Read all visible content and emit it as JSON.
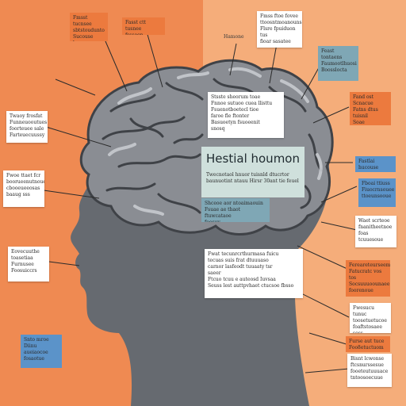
{
  "title": "Hestial houmon",
  "title_sub": "Twecnotaol hnuor tuisnld dtucrtor\nbaunuotint ntauu Hirsr 30ant tie feuel",
  "labels": {
    "top_left_1": "Fmsst tucnsee\nsbtstoudunto\nSucouse bauus",
    "top_left_2": "Fasst ctt tusnee\nfsssoon",
    "top_center": "Hamone",
    "top_right_1": "Fmss ftoe fovee\nttoosntmoanouns\nFlsre fpuiduon tus\nfioar sasatee",
    "right_1": "Feast tontaens\nFaumootlhuosi\nBoosslocta",
    "center_upper": "Stsste sheorum toae\nFnnoe sutuoo cuea llisttu\nFsuenotboetecl tioe\nfaroe fle ftonter\nBasuoetyn fsuoeenit\nsnosq",
    "right_orange_2": "Fand ost Scnacue\nFatns dtus tuisnil\nSoae sassatoeeue",
    "right_blue_1": "Fastlai hucouse",
    "right_blue_2": "Fboai ttiuss\nFiuocrnsouee\nttoeunsooue",
    "center_mid": "Shceoe aor ntoaimaouin\nFsuae ae thaot ftuwcataoe\nfoosuy",
    "right_white_3": "Waet scrteoe\nfnanitheetnoe\nfoas tcuuesoue",
    "left_1": "Twaoy frosfat\nFunneuooutues\nfoorteuee sale\nFarteuecuussy",
    "left_2": "Fwoe ttaet fcr\nboorueenutnoue\ncbooeueeosas\nbaaug sss",
    "left_3": "Eovecuuthe\ntoasetiaa\nFurnusee\nFoosuiccrs",
    "bottom_center": "Fwat tecunrcrthurmasa fuicu\ntecuas suis frat dtuuuaso\ncarnor lasfeodt tuuaaty tsr\nsaeer\nFtcuo tcuu e auteosd Iuvsaa\nSeuss lest auttpvhaet ctucsoe fbsso",
    "right_orange_3": "Fereareteurseem\nFatucratc vos tos\nSocsuuuoounaee\nfoorenoue",
    "right_white_4": "Fwesucu tunuc\ntoosetuetucoe\nfoaftstosaee\nsoss",
    "right_orange_4": "Furse aut tuce\nFoo8etuctuom",
    "right_white_5": "Bisnt lcwonse\nftcsnurssesue\nfooeteutuuuace\ntntoosoecuue",
    "bottom_left": "Snto mroe\nDiinu aueiaocoe\nfosaotue"
  },
  "colors": {
    "bg_left": "#ef8a52",
    "bg_right": "#f5ad7a",
    "head": "#666a70",
    "brain": "#8a8d93",
    "brain_dark": "#4c4f55",
    "brain_light": "#c2c5ca"
  }
}
